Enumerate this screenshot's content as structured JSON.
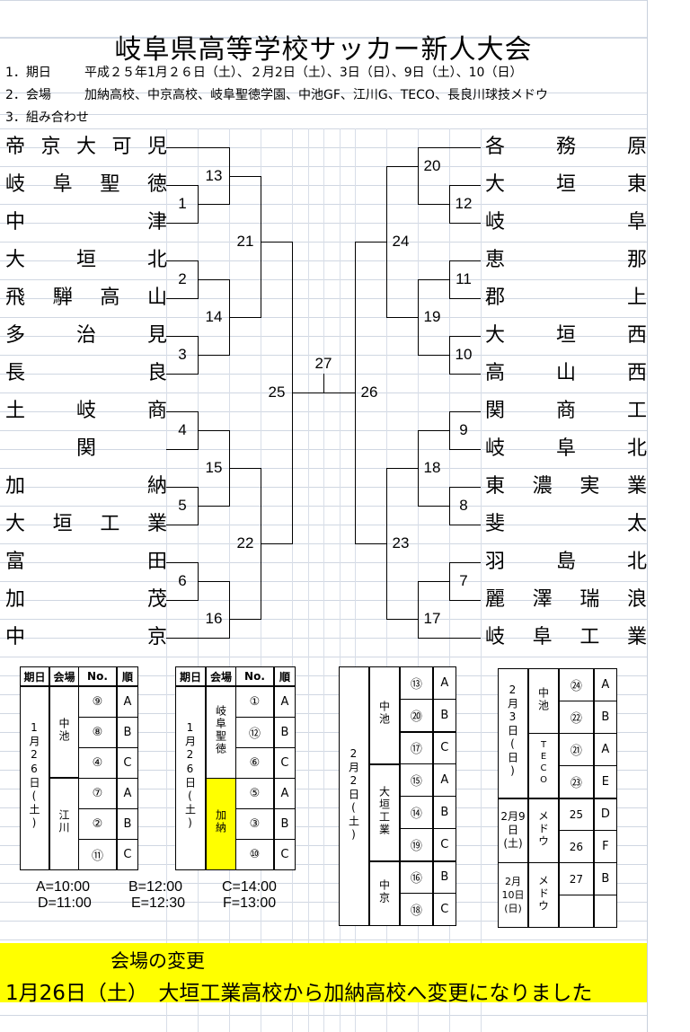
{
  "title": "岐阜県高等学校サッカー新人大会",
  "info": [
    {
      "label": "1．期日",
      "value": "平成２５年1月２６日（土）、２月2日（土）、3日（日）、9日（土）、10（日）"
    },
    {
      "label": "2．会場",
      "value": "加納高校、中京高校、岐阜聖徳学園、中池GF、江川G、TECO、長良川球技メドウ"
    },
    {
      "label": "3．組み合わせ",
      "value": ""
    }
  ],
  "bracket": {
    "left_teams": [
      [
        "帝",
        "京",
        "大",
        "可",
        "児"
      ],
      [
        "岐",
        "阜",
        "聖",
        "徳"
      ],
      [
        "中",
        "津"
      ],
      [
        "大",
        "垣",
        "北"
      ],
      [
        "飛",
        "騨",
        "高",
        "山"
      ],
      [
        "多",
        "治",
        "見"
      ],
      [
        "長",
        "良"
      ],
      [
        "土",
        "岐",
        "商"
      ],
      [
        "",
        "関",
        ""
      ],
      [
        "加",
        "納"
      ],
      [
        "大",
        "垣",
        "工",
        "業"
      ],
      [
        "富",
        "田"
      ],
      [
        "加",
        "茂"
      ],
      [
        "中",
        "京"
      ]
    ],
    "right_teams": [
      [
        "各",
        "務",
        "原"
      ],
      [
        "大",
        "垣",
        "東"
      ],
      [
        "岐",
        "阜"
      ],
      [
        "恵",
        "那"
      ],
      [
        "郡",
        "上"
      ],
      [
        "大",
        "垣",
        "西"
      ],
      [
        "高",
        "山",
        "西"
      ],
      [
        "関",
        "商",
        "工"
      ],
      [
        "岐",
        "阜",
        "北"
      ],
      [
        "東",
        "濃",
        "実",
        "業"
      ],
      [
        "斐",
        "太"
      ],
      [
        "羽",
        "島",
        "北"
      ],
      [
        "麗",
        "澤",
        "瑞",
        "浪"
      ],
      [
        "岐",
        "阜",
        "工",
        "業"
      ]
    ],
    "match_numbers": {
      "m1": "1",
      "m2": "2",
      "m3": "3",
      "m4": "4",
      "m5": "5",
      "m6": "6",
      "m7": "7",
      "m8": "8",
      "m9": "9",
      "m10": "10",
      "m11": "11",
      "m12": "12",
      "m13": "13",
      "m14": "14",
      "m15": "15",
      "m16": "16",
      "m17": "17",
      "m18": "18",
      "m19": "19",
      "m20": "20",
      "m21": "21",
      "m22": "22",
      "m23": "23",
      "m24": "24",
      "m25": "25",
      "m26": "26",
      "m27": "27"
    }
  },
  "schedule": {
    "headers": [
      "期日",
      "会場",
      "No.",
      "順"
    ],
    "table1": {
      "date": "1月26日(土)",
      "venues": [
        "中池",
        "江川"
      ],
      "rows": [
        [
          "⑨",
          "A"
        ],
        [
          "⑧",
          "B"
        ],
        [
          "④",
          "C"
        ],
        [
          "⑦",
          "A"
        ],
        [
          "②",
          "B"
        ],
        [
          "⑪",
          "C"
        ]
      ]
    },
    "table2": {
      "date": "1月26日(土)",
      "venues": [
        "岐阜聖徳",
        "加納"
      ],
      "rows": [
        [
          "①",
          "A"
        ],
        [
          "⑫",
          "B"
        ],
        [
          "⑥",
          "C"
        ],
        [
          "⑤",
          "A"
        ],
        [
          "③",
          "B"
        ],
        [
          "⑩",
          "C"
        ]
      ]
    },
    "table3": {
      "date": "2月2日(土)",
      "venues": [
        "中池",
        "大垣工業",
        "中京"
      ],
      "rows": [
        [
          "⑬",
          "A"
        ],
        [
          "⑳",
          "B"
        ],
        [
          "⑰",
          "C"
        ],
        [
          "⑮",
          "A"
        ],
        [
          "⑭",
          "B"
        ],
        [
          "⑲",
          "C"
        ],
        [
          "⑯",
          "B"
        ],
        [
          "⑱",
          "C"
        ]
      ]
    },
    "table4": {
      "groups": [
        {
          "date": "2月3日(日)",
          "venues": [
            {
              "name": "中池",
              "rows": [
                [
                  "㉔",
                  "A"
                ],
                [
                  "㉒",
                  "B"
                ]
              ]
            },
            {
              "name": "TECO",
              "rows": [
                [
                  "㉑",
                  "A"
                ],
                [
                  "㉓",
                  "E"
                ]
              ]
            }
          ]
        },
        {
          "date": "2月9日(土)",
          "venues": [
            {
              "name": "メドウ",
              "rows": [
                [
                  "25",
                  "D"
                ],
                [
                  "26",
                  "F"
                ]
              ]
            }
          ]
        },
        {
          "date": "2月10日(日)",
          "venues": [
            {
              "name": "メドウ",
              "rows": [
                [
                  "27",
                  "B"
                ],
                [
                  "",
                  ""
                ]
              ]
            }
          ]
        }
      ]
    },
    "times": [
      "A=10:00",
      "B=12:00",
      "C=14:00",
      "D=11:00",
      "E=12:30",
      "F=13:00"
    ]
  },
  "notice": {
    "heading": "会場の変更",
    "body": "1月26日（土）　大垣工業高校から加納高校へ変更になりました",
    "color": "#ffff00"
  }
}
